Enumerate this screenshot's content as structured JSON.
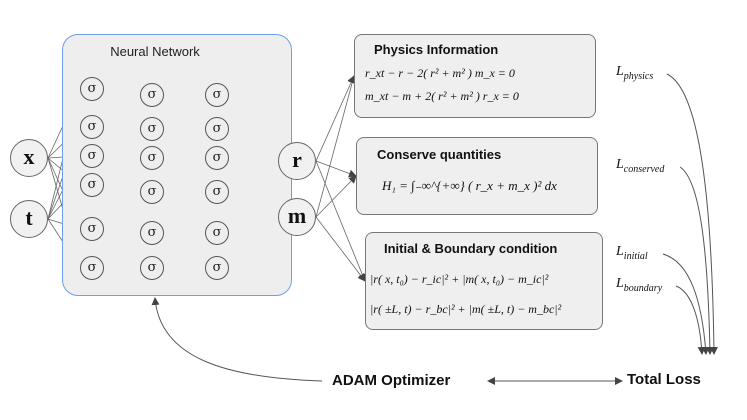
{
  "network": {
    "title": "Neural Network",
    "activation": "σ",
    "layers": [
      6,
      6,
      6
    ]
  },
  "inputs": [
    "x",
    "t"
  ],
  "outputs": [
    "r",
    "m"
  ],
  "panels": {
    "physics": {
      "title": "Physics Information",
      "eq1": "r_xt − r − 2( r² + m² ) m_x = 0",
      "eq2": "m_xt − m + 2( r² + m² ) r_x = 0"
    },
    "conserve": {
      "title": "Conserve quantities",
      "eq1": "H₁ = ∫₋∞^{+∞} ( r_x + m_x )² dx"
    },
    "boundary": {
      "title": "Initial & Boundary condition",
      "eq1": "|r( x, t₀) − r_ic|² + |m( x, t₀) − m_ic|²",
      "eq2": "|r( ±L, t) − r_bc|² + |m( ±L, t) − m_bc|²"
    }
  },
  "losses": {
    "physics": {
      "base": "L",
      "sub": "physics"
    },
    "conserved": {
      "base": "L",
      "sub": "conserved"
    },
    "initial": {
      "base": "L",
      "sub": "initial"
    },
    "boundary": {
      "base": "L",
      "sub": "boundary"
    }
  },
  "bottom": {
    "optimizer": "ADAM Optimizer",
    "total_loss": "Total Loss"
  }
}
